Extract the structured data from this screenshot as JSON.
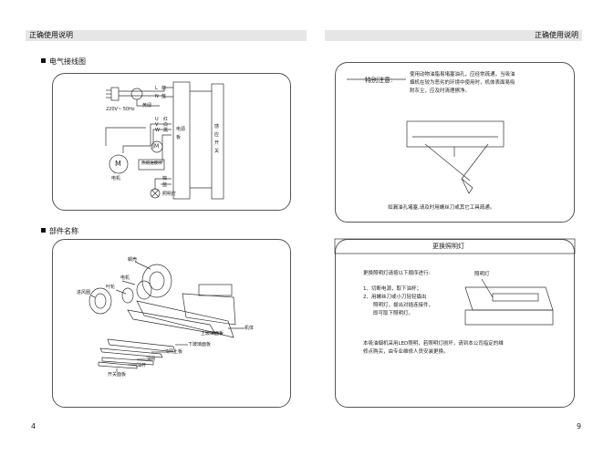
{
  "header": {
    "left_title": "正确使用说明",
    "right_title": "正确使用说明"
  },
  "left_page": {
    "wiring_section_title": "电气接线图",
    "wiring": {
      "power_label": "220V~ 50Hz",
      "terminals_top": [
        "L",
        "N"
      ],
      "top_colors": [
        "棕",
        "蓝"
      ],
      "ground_color": "黄绿",
      "terminals_motor": [
        "U",
        "V",
        "W"
      ],
      "motor_colors": [
        "红",
        "白",
        "黑"
      ],
      "light_colors": [
        "棕",
        "蓝"
      ],
      "small_motor_symbol": "M",
      "motor_symbol": "M",
      "motor_label": "电机",
      "oil_module_label": "热熔油模块",
      "light_label": "照明灯",
      "board_label": "电源板",
      "switch_label": "感应开关"
    },
    "parts_section_title": "部件名称",
    "parts": {
      "shell": "蜗壳",
      "motor": "电机",
      "impeller": "叶轮",
      "inlet_ring": "进风圈",
      "body": "机体",
      "upper_glass": "上玻璃面板",
      "lower_glass": "下玻璃面板",
      "oil_net_upper": "油网上板",
      "oil_net": "油网",
      "oil_cup": "油杯",
      "switch_panel": "开关面板"
    },
    "page_number": "4"
  },
  "right_page": {
    "notice": {
      "title": "特别注意:",
      "text_lines": [
        "使用动物油脂易堵塞油孔，应经常疏通，当吸油",
        "烟机在较为恶劣的环境中使用时，机体表面易吸",
        "附灰尘，应及时清理擦净。"
      ],
      "caption": "如漏油孔堵塞,请及时用螺丝刀或其它工具疏通。"
    },
    "lamp": {
      "title": "更换照明灯",
      "intro": "更换照明灯请按以下顺序进行:",
      "steps": [
        "1、切断电源，取下油杯；",
        "2、用螺丝刀或小刀轻轻撬出",
        "照明灯，拔出对插连接件，",
        "即可取下照明灯。"
      ],
      "figure_label": "照明灯",
      "note_lines": [
        "本吸油烟机采用LED照明，若照明灯损坏，请到本公司指定的维",
        "修点购买，由专业维修人员安装更换。"
      ]
    },
    "page_number": "9"
  }
}
